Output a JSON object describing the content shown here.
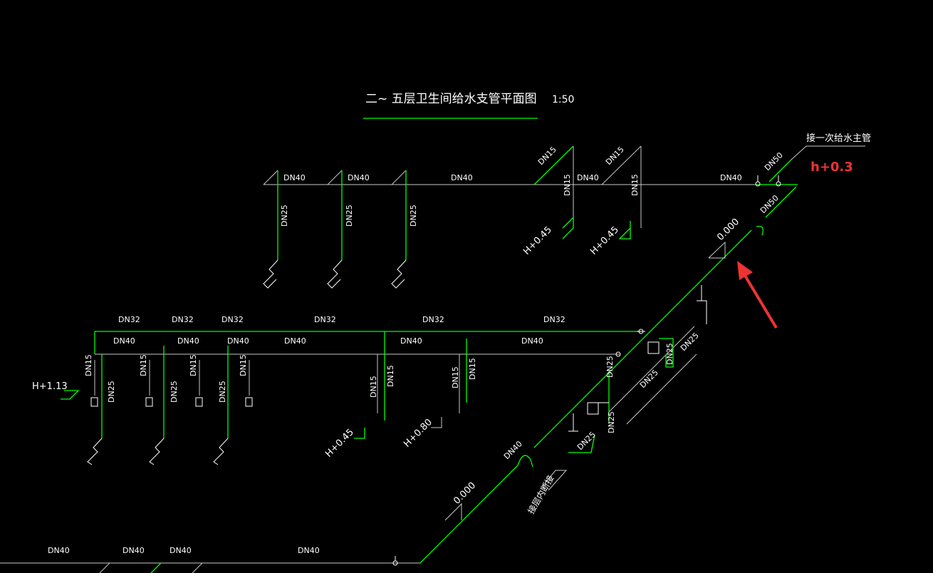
{
  "title": "二~ 五层卫生间给水支管平面图",
  "scale": "1:50",
  "main_pipe_note": "接一次给水主管",
  "annotation": "h+0.3",
  "accent_color": "#00ff00",
  "arrow_color": "#ee3333",
  "note_floor": "接层内断接",
  "top": {
    "dn40": [
      "DN40",
      "DN40",
      "DN40",
      "DN40",
      "DN40"
    ],
    "dn25": [
      "DN25",
      "DN25",
      "DN25"
    ],
    "dn15": [
      "DN15",
      "DN15",
      "DN15",
      "DN15"
    ],
    "dn50": [
      "DN50",
      "DN50"
    ],
    "heights": [
      "H+0.45",
      "H+0.45"
    ]
  },
  "middle": {
    "dn32": [
      "DN32",
      "DN32",
      "DN32",
      "DN32",
      "DN32",
      "DN32"
    ],
    "dn40": [
      "DN40",
      "DN40",
      "DN40",
      "DN40",
      "DN40",
      "DN40"
    ],
    "dn15": [
      "DN15",
      "DN15",
      "DN15",
      "DN15",
      "DN15",
      "DN15",
      "DN15",
      "DN15"
    ],
    "dn25": [
      "DN25",
      "DN25",
      "DN25",
      "DN25"
    ],
    "heights": [
      "H+1.13",
      "H+0.45",
      "H+0.80"
    ]
  },
  "riser": {
    "elevations": [
      "0.000",
      "0.000"
    ],
    "dn40": "DN40",
    "dn25": [
      "DN25",
      "DN25",
      "DN25",
      "DN25",
      "DN25"
    ]
  },
  "bottom": {
    "dn40": [
      "DN40",
      "DN40",
      "DN40",
      "DN40"
    ]
  }
}
